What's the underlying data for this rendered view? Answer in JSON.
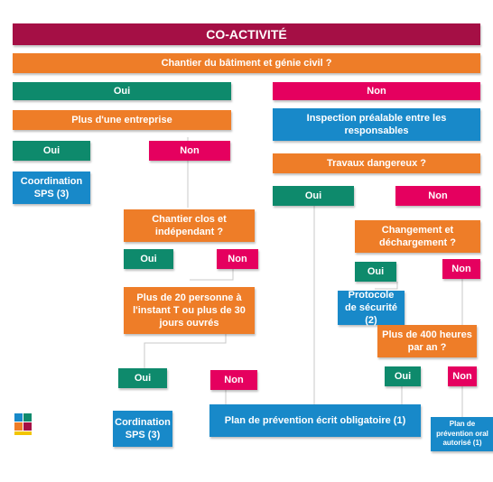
{
  "title": "CO-ACTIVITÉ",
  "q1": "Chantier du bâtiment et génie civil ?",
  "q1_yes": "Oui",
  "q1_no": "Non",
  "q2": "Plus d'une entreprise",
  "q2_yes": "Oui",
  "q2_no": "Non",
  "res_coord1": "Coordination SPS (3)",
  "q3": "Chantier clos et indépendant ?",
  "q3_yes": "Oui",
  "q3_no": "Non",
  "q4": "Plus de 20 personne à l'instant T ou plus de 30 jours ouvrés",
  "q4_yes": "Oui",
  "q4_no": "Non",
  "res_coord2": "Cordination SPS (3)",
  "res_inspection": "Inspection préalable entre les responsables",
  "q5": "Travaux dangereux ?",
  "q5_yes": "Oui",
  "q5_no": "Non",
  "q6": "Changement et déchargement ?",
  "q6_yes": "Oui",
  "q6_no": "Non",
  "res_protocole": "Protocole de sécurité (2)",
  "q7": "Plus de 400 heures par an ?",
  "q7_yes": "Oui",
  "q7_no": "Non",
  "res_plan_ecrit": "Plan de prévention écrit obligatoire (1)",
  "res_plan_oral": "Plan de prévention oral autorisé (1)",
  "colors": {
    "title": "#a50f45",
    "question": "#ee7d28",
    "yes": "#0e8a6c",
    "no": "#e5005f",
    "result": "#1889c9"
  }
}
